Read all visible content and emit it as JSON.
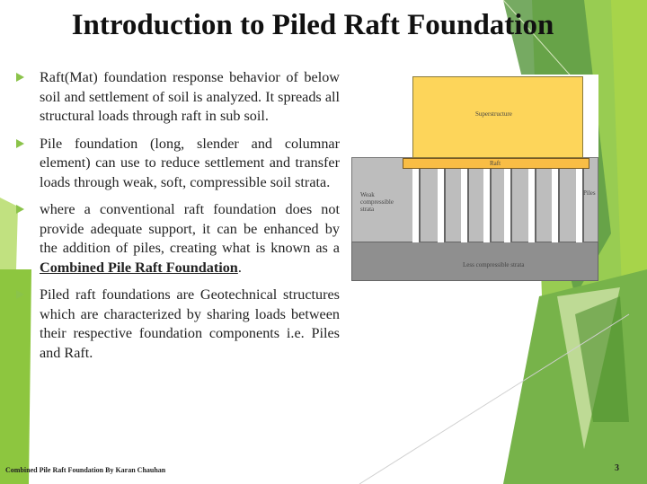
{
  "slide": {
    "title": "Introduction to Piled Raft Foundation",
    "bullets": [
      {
        "text": "Raft(Mat) foundation response behavior of below soil and settlement of soil is analyzed. It spreads all structural loads through raft in sub soil."
      },
      {
        "text": "Pile foundation (long, slender and columnar element) can use to reduce settlement and transfer loads through weak, soft, compressible soil strata."
      },
      {
        "text_before": "where a conventional raft foundation does not provide adequate support, it can be enhanced by the addition of piles, creating what is known as a ",
        "emphasis": "Combined Pile Raft Foundation",
        "text_after": "."
      },
      {
        "text": "Piled raft foundations are Geotechnical structures which are characterized by sharing loads between their respective foundation components i.e. Piles and Raft."
      }
    ],
    "footer": "Combined Pile Raft Foundation By Karan Chauhan",
    "page_number": "3"
  },
  "diagram": {
    "superstructure_label": "Superstructure",
    "raft_label": "Raft",
    "weak_strata_label": "Weak compressible strata",
    "piles_label": "Piles",
    "less_strata_label": "Less compressible strata",
    "colors": {
      "superstructure": "#fdd55a",
      "raft": "#f9bd45",
      "weak_strata": "#bdbdbd",
      "less_strata": "#8f8f8f",
      "pile": "#ffffff"
    },
    "pile_count": 8
  },
  "theme": {
    "accent_light": "#8dc63f",
    "accent_dark": "#5a9a3a",
    "bullet_arrow": "#8bc34a"
  }
}
